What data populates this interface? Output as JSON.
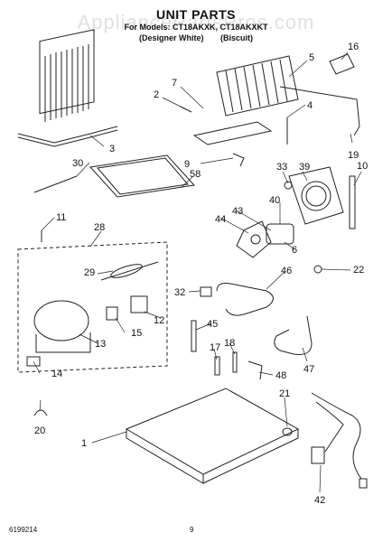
{
  "header": {
    "watermark": "AppliancePartsPros.com",
    "title": "UNIT PARTS",
    "models": "For Models: CT18AKXK, CT18AKXKT",
    "variant_left": "(Designer White)",
    "variant_right": "(Biscuit)"
  },
  "footer": {
    "doc_number": "6199214",
    "page_number": "9"
  },
  "parts": {
    "p1": "1",
    "p2": "2",
    "p3": "3",
    "p4": "4",
    "p5": "5",
    "p6": "6",
    "p7": "7",
    "p9": "9",
    "p10": "10",
    "p11": "11",
    "p12": "12",
    "p13": "13",
    "p14": "14",
    "p15": "15",
    "p16": "16",
    "p17": "17",
    "p18": "18",
    "p19": "19",
    "p20": "20",
    "p21": "21",
    "p22": "22",
    "p28": "28",
    "p29": "29",
    "p30": "30",
    "p32": "32",
    "p33": "33",
    "p39": "39",
    "p40": "40",
    "p42": "42",
    "p43": "43",
    "p44": "44",
    "p45": "45",
    "p46": "46",
    "p47": "47",
    "p48": "48",
    "p58": "58"
  }
}
